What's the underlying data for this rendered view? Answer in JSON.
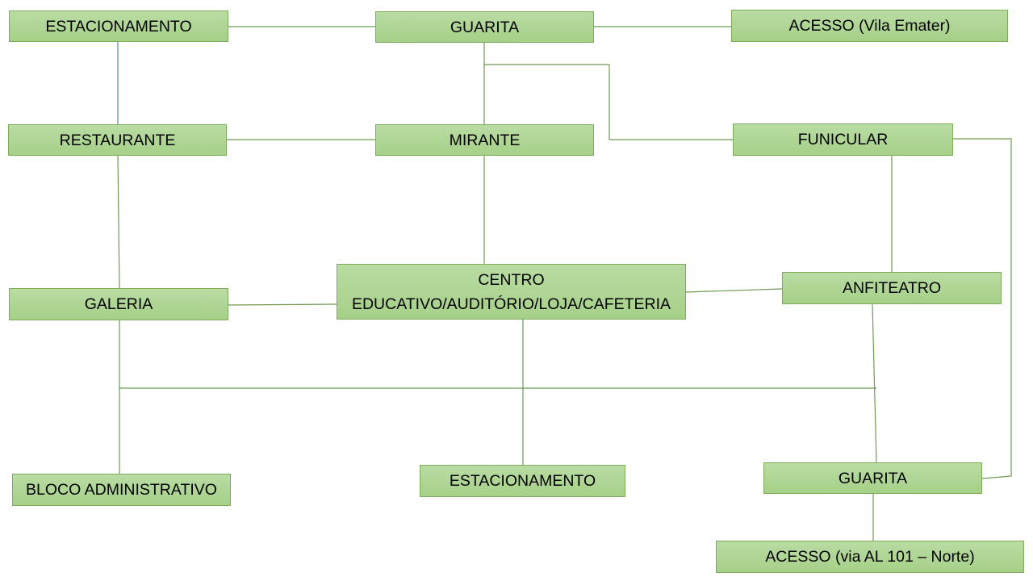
{
  "nodes": {
    "estacionamento_top": "ESTACIONAMENTO",
    "guarita_top": "GUARITA",
    "acesso_vila": "ACESSO (Vila Emater)",
    "restaurante": "RESTAURANTE",
    "mirante": "MIRANTE",
    "funicular": "FUNICULAR",
    "galeria": "GALERIA",
    "centro": "CENTRO EDUCATIVO/AUDITÓRIO/LOJA/CAFETERIA",
    "anfiteatro": "ANFITEATRO",
    "bloco_adm": "BLOCO ADMINISTRATIVO",
    "estacionamento_bottom": "ESTACIONAMENTO",
    "guarita_bottom": "GUARITA",
    "acesso_norte": "ACESSO (via AL 101 – Norte)"
  },
  "colors": {
    "node_fill": "#a9d18e",
    "node_border": "#7eab5c",
    "connector": "#6f9a52",
    "connector_blue": "#4f86c6"
  }
}
